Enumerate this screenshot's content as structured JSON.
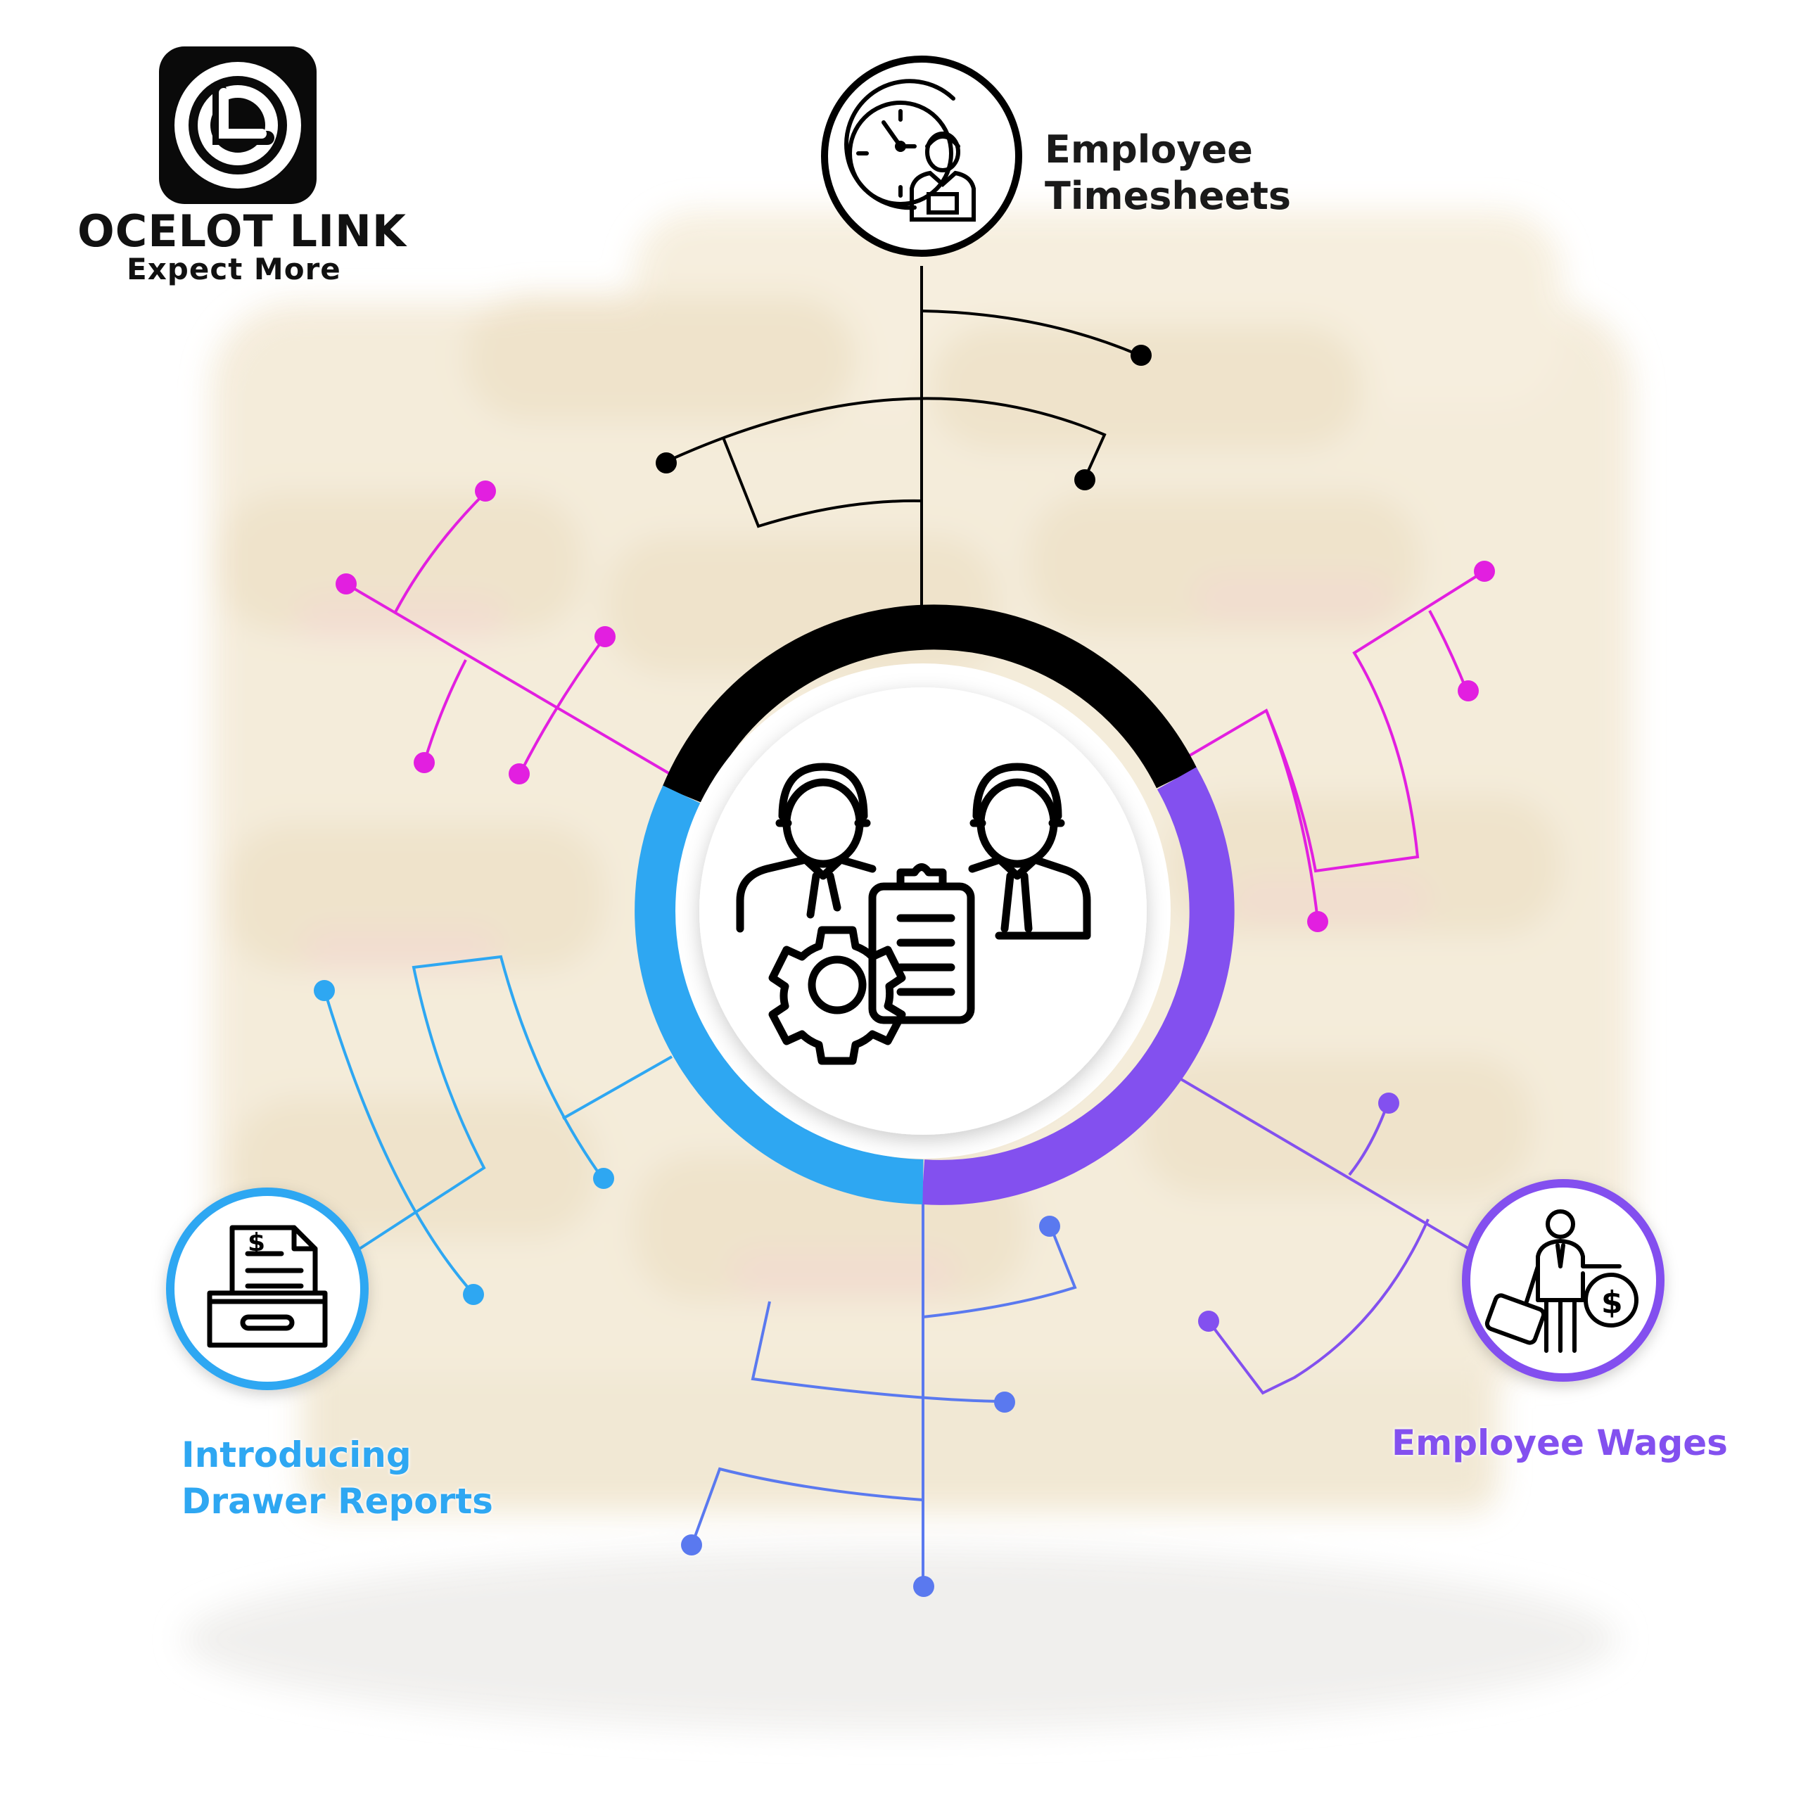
{
  "brand": {
    "name": "OCELOT LINK",
    "tagline": "Expect More",
    "logo_icon": "clock-logo-icon"
  },
  "center": {
    "icon": "team-management-icon",
    "ring_colors": {
      "top": "#000000",
      "right": "#8350ef",
      "left": "#2ea7f2"
    }
  },
  "nodes": {
    "timesheets": {
      "label_line1": "Employee",
      "label_line2": "Timesheets",
      "icon": "clock-worker-icon",
      "color": "#000000"
    },
    "drawer_reports": {
      "label_line1": "Introducing",
      "label_line2": "Drawer Reports",
      "icon": "cash-drawer-icon",
      "color": "#2ea7f2"
    },
    "wages": {
      "label": "Employee Wages",
      "icon": "businessman-money-icon",
      "color": "#8350ef"
    }
  },
  "connector_colors": {
    "magenta": "#e21fe0",
    "blue": "#2ea7f2",
    "indigo": "#5a79ef",
    "purple": "#8350ef",
    "black": "#000000"
  }
}
